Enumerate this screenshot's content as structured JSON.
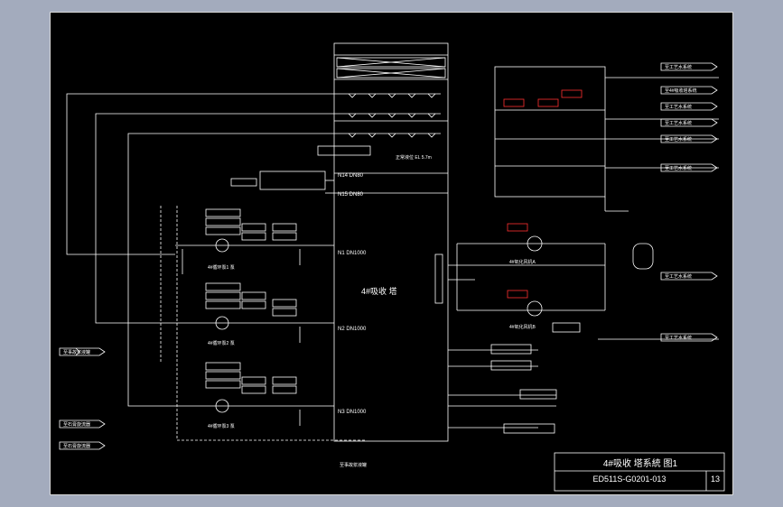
{
  "colors": {
    "background": "#a3abbd",
    "sheet": "#000000",
    "line": "#ffffff",
    "highlight": "#ff3030"
  },
  "title_block": {
    "title": "4#吸收 塔系統 图1",
    "drawing_no": "ED511S-G0201-013",
    "sheet_no": "13"
  },
  "tower": {
    "name": "4#吸收 塔",
    "nozzles": {
      "n14": "N14 DN80",
      "n15": "N15 DN80",
      "n1": "N1 DN1000",
      "n2": "N2 DN1000",
      "n3": "N3 DN1000"
    },
    "level_note": "正常液位 EL 5.7m",
    "bottom_note": "至事故浆液罐"
  },
  "pumps": {
    "pump1": "4#循环泵1 泵",
    "pump2": "4#循环泵2 泵",
    "pump3": "4#循环泵3 泵"
  },
  "oxidation": {
    "fan1": "4#氧化风机A",
    "fan2": "4#氧化风机B"
  },
  "flags": {
    "left": [
      "至事故浆液罐",
      "至石膏旋流器",
      "至石膏旋流器"
    ],
    "right": [
      "至工艺水系统",
      "至4#吸收塔系统",
      "至工艺水系统",
      "至工艺水系统",
      "至工艺水系统",
      "至工艺水系统",
      "至工艺水系统",
      "至工艺水系统"
    ]
  }
}
